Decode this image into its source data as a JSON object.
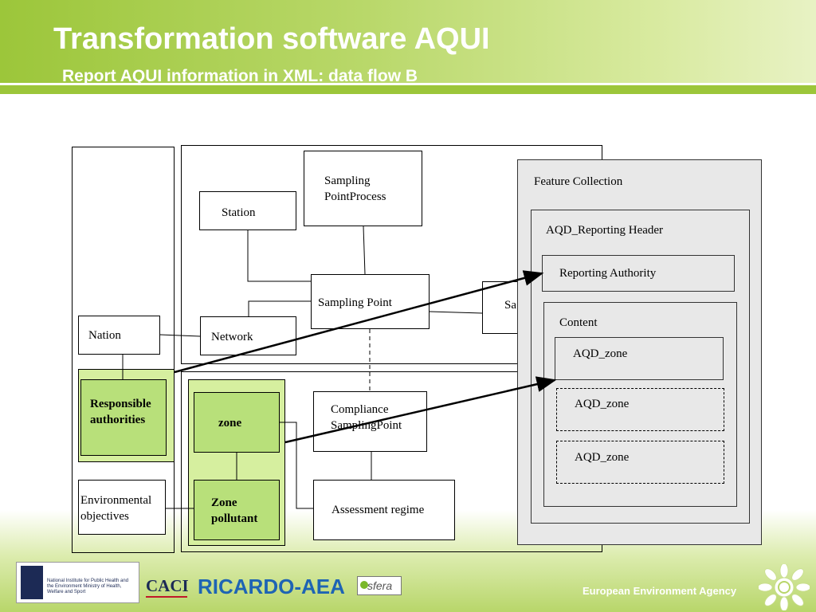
{
  "header": {
    "title": "Transformation software AQUI",
    "subtitle": "Report AQUI information in XML: data flow B"
  },
  "diagram": {
    "left_boxes": {
      "nation": "Nation",
      "responsible_authorities": "Responsible authorities",
      "environmental_objectives": "Environmental objectives"
    },
    "network_group": {
      "sampling_point_process": "Sampling PointProcess",
      "station": "Station",
      "sampling_point": "Sampling Point",
      "sample_partial": "Sa",
      "network": "Network"
    },
    "zone_group": {
      "zone": "zone",
      "zone_pollutant": "Zone pollutant",
      "compliance_sampling_point": "Compliance SamplingPoint",
      "assessment_regime": "Assessment regime"
    },
    "feature_collection": {
      "title": "Feature Collection",
      "reporting_header": "AQD_Reporting Header",
      "reporting_authority": "Reporting Authority",
      "content": "Content",
      "zones": [
        "AQD_zone",
        "AQD_zone",
        "AQD_zone"
      ]
    }
  },
  "footer": {
    "logos": {
      "rivm": "National Institute for Public Health and the Environment Ministry of Health, Welfare and Sport",
      "caci": "CACI",
      "ricardo": "RICARDO-AEA",
      "sfera": "sfera"
    },
    "agency": "European Environment Agency"
  },
  "colors": {
    "header_green": "#9cc63a",
    "zone_green_light": "#d6ef9f",
    "zone_green": "#b8e07a",
    "feature_gray": "#e8e8e8"
  },
  "icons": {
    "eea": "sun-icon",
    "rivm": "crest-icon"
  }
}
